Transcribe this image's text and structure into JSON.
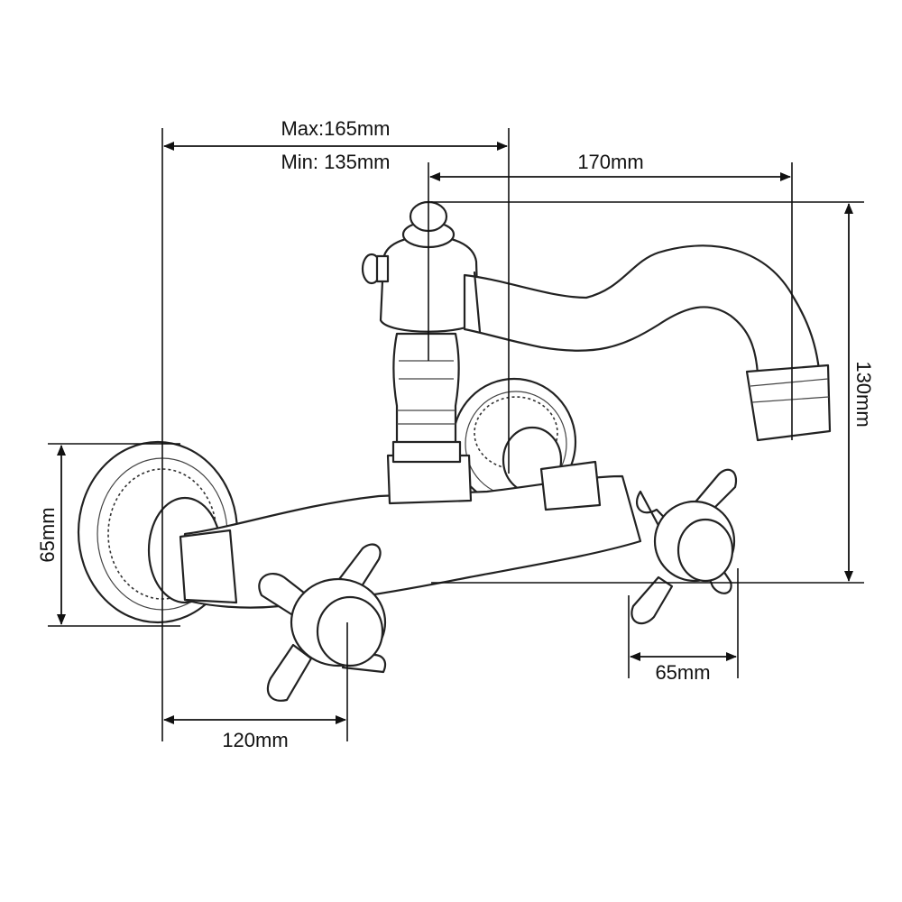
{
  "labels": {
    "max_depth": "Max:165mm",
    "min_depth": "Min: 135mm",
    "spout_reach": "170mm",
    "height": "130mm",
    "plate_diameter": "65mm",
    "handle_offset": "120mm",
    "handle_width": "65mm"
  },
  "colors": {
    "line": "#111111",
    "background": "#ffffff"
  }
}
